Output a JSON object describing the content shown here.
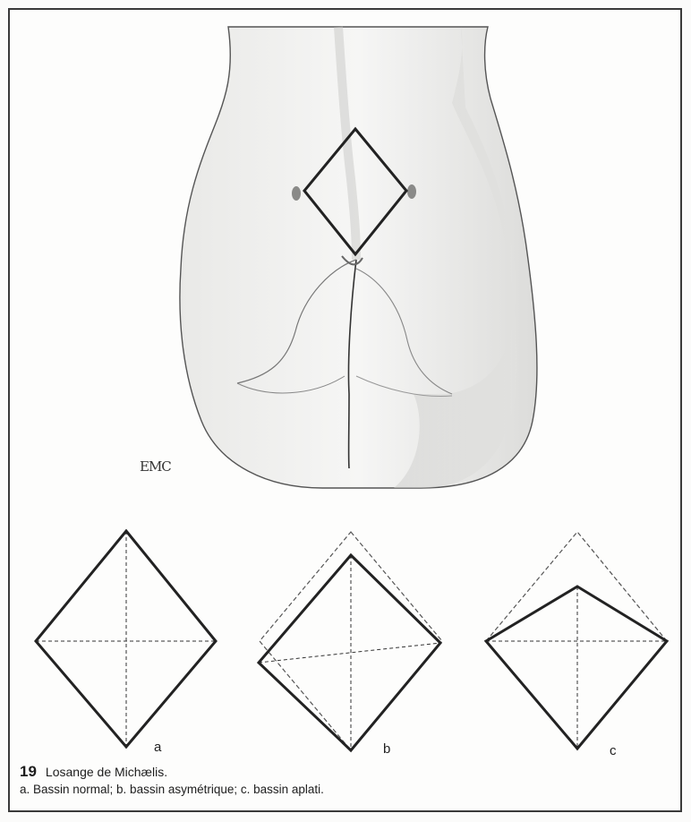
{
  "figure": {
    "number": "19",
    "title": "Losange de Michælis.",
    "legend": "a. Bassin normal; b. bassin asymétrique; c. bassin aplati."
  },
  "illustration": {
    "signature": "EMC"
  },
  "diagrams": [
    {
      "label": "a"
    },
    {
      "label": "b"
    },
    {
      "label": "c"
    }
  ]
}
